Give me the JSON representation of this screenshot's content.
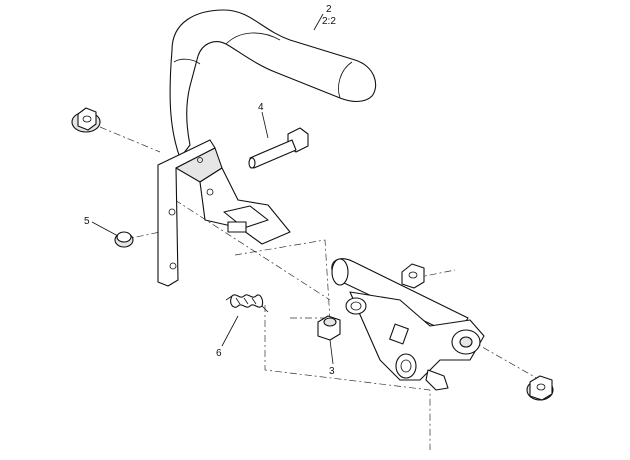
{
  "callouts": {
    "handle": "2",
    "handle_qty": "2:2",
    "bolt": "4",
    "nut_left": "5",
    "spring": "6",
    "bushing": "3"
  }
}
